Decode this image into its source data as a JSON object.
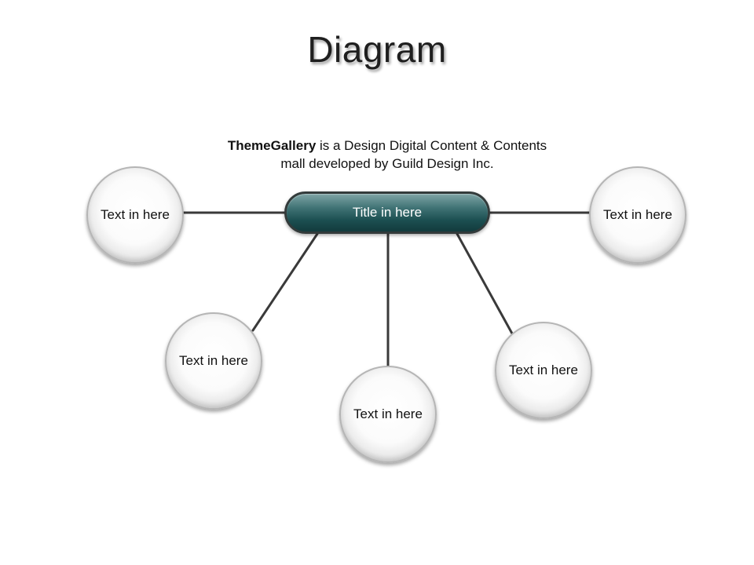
{
  "slide": {
    "title": "Diagram",
    "subtitle": {
      "brand": "ThemeGallery",
      "line1_rest": " is a Design Digital Content & Contents",
      "line2": "mall developed by Guild Design Inc."
    }
  },
  "diagram": {
    "center": {
      "label": "Title in here"
    },
    "nodes": [
      {
        "label": "Text in here"
      },
      {
        "label": "Text in here"
      },
      {
        "label": "Text in here"
      },
      {
        "label": "Text in here"
      },
      {
        "label": "Text in here"
      }
    ]
  },
  "colors": {
    "center_fill": "#1c4f51",
    "connector": "#3a3a3a",
    "node_border": "#b5b5b5"
  }
}
